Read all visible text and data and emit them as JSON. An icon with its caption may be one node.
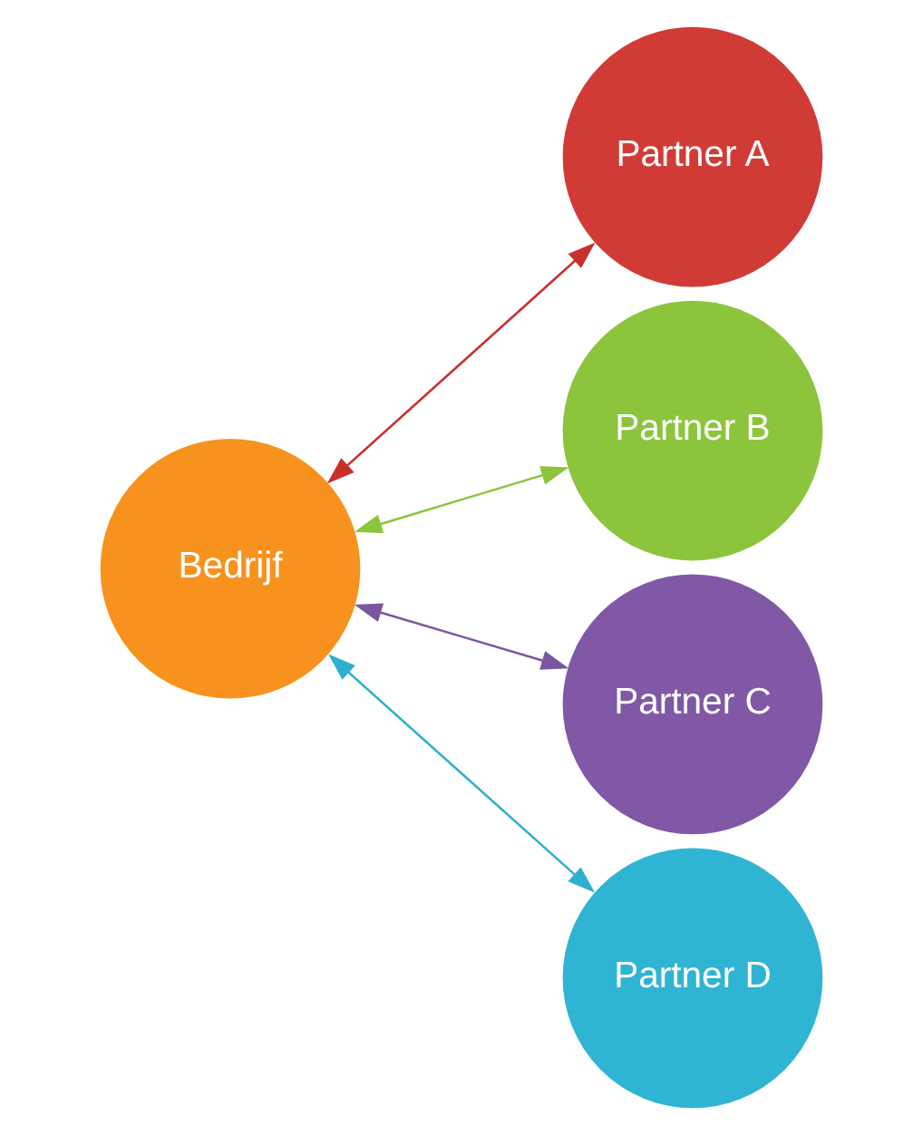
{
  "diagram": {
    "nodes": [
      {
        "text": [
          "Bedrijf"
        ]
      },
      {
        "text": [
          "Partner A"
        ]
      },
      {
        "text": [
          "Partner B"
        ]
      },
      {
        "text": [
          "Partner C"
        ]
      },
      {
        "text": [
          "Partner D"
        ]
      }
    ],
    "edges": [
      {
        "from": 0,
        "to": 1,
        "arrow": "both",
        "color": "#c9302c"
      },
      {
        "from": 0,
        "to": 2,
        "arrow": "both",
        "color": "#8cc43c"
      },
      {
        "from": 0,
        "to": 3,
        "arrow": "both",
        "color": "#7b559f"
      },
      {
        "from": 0,
        "to": 4,
        "arrow": "both",
        "color": "#2fb0cf"
      }
    ]
  }
}
